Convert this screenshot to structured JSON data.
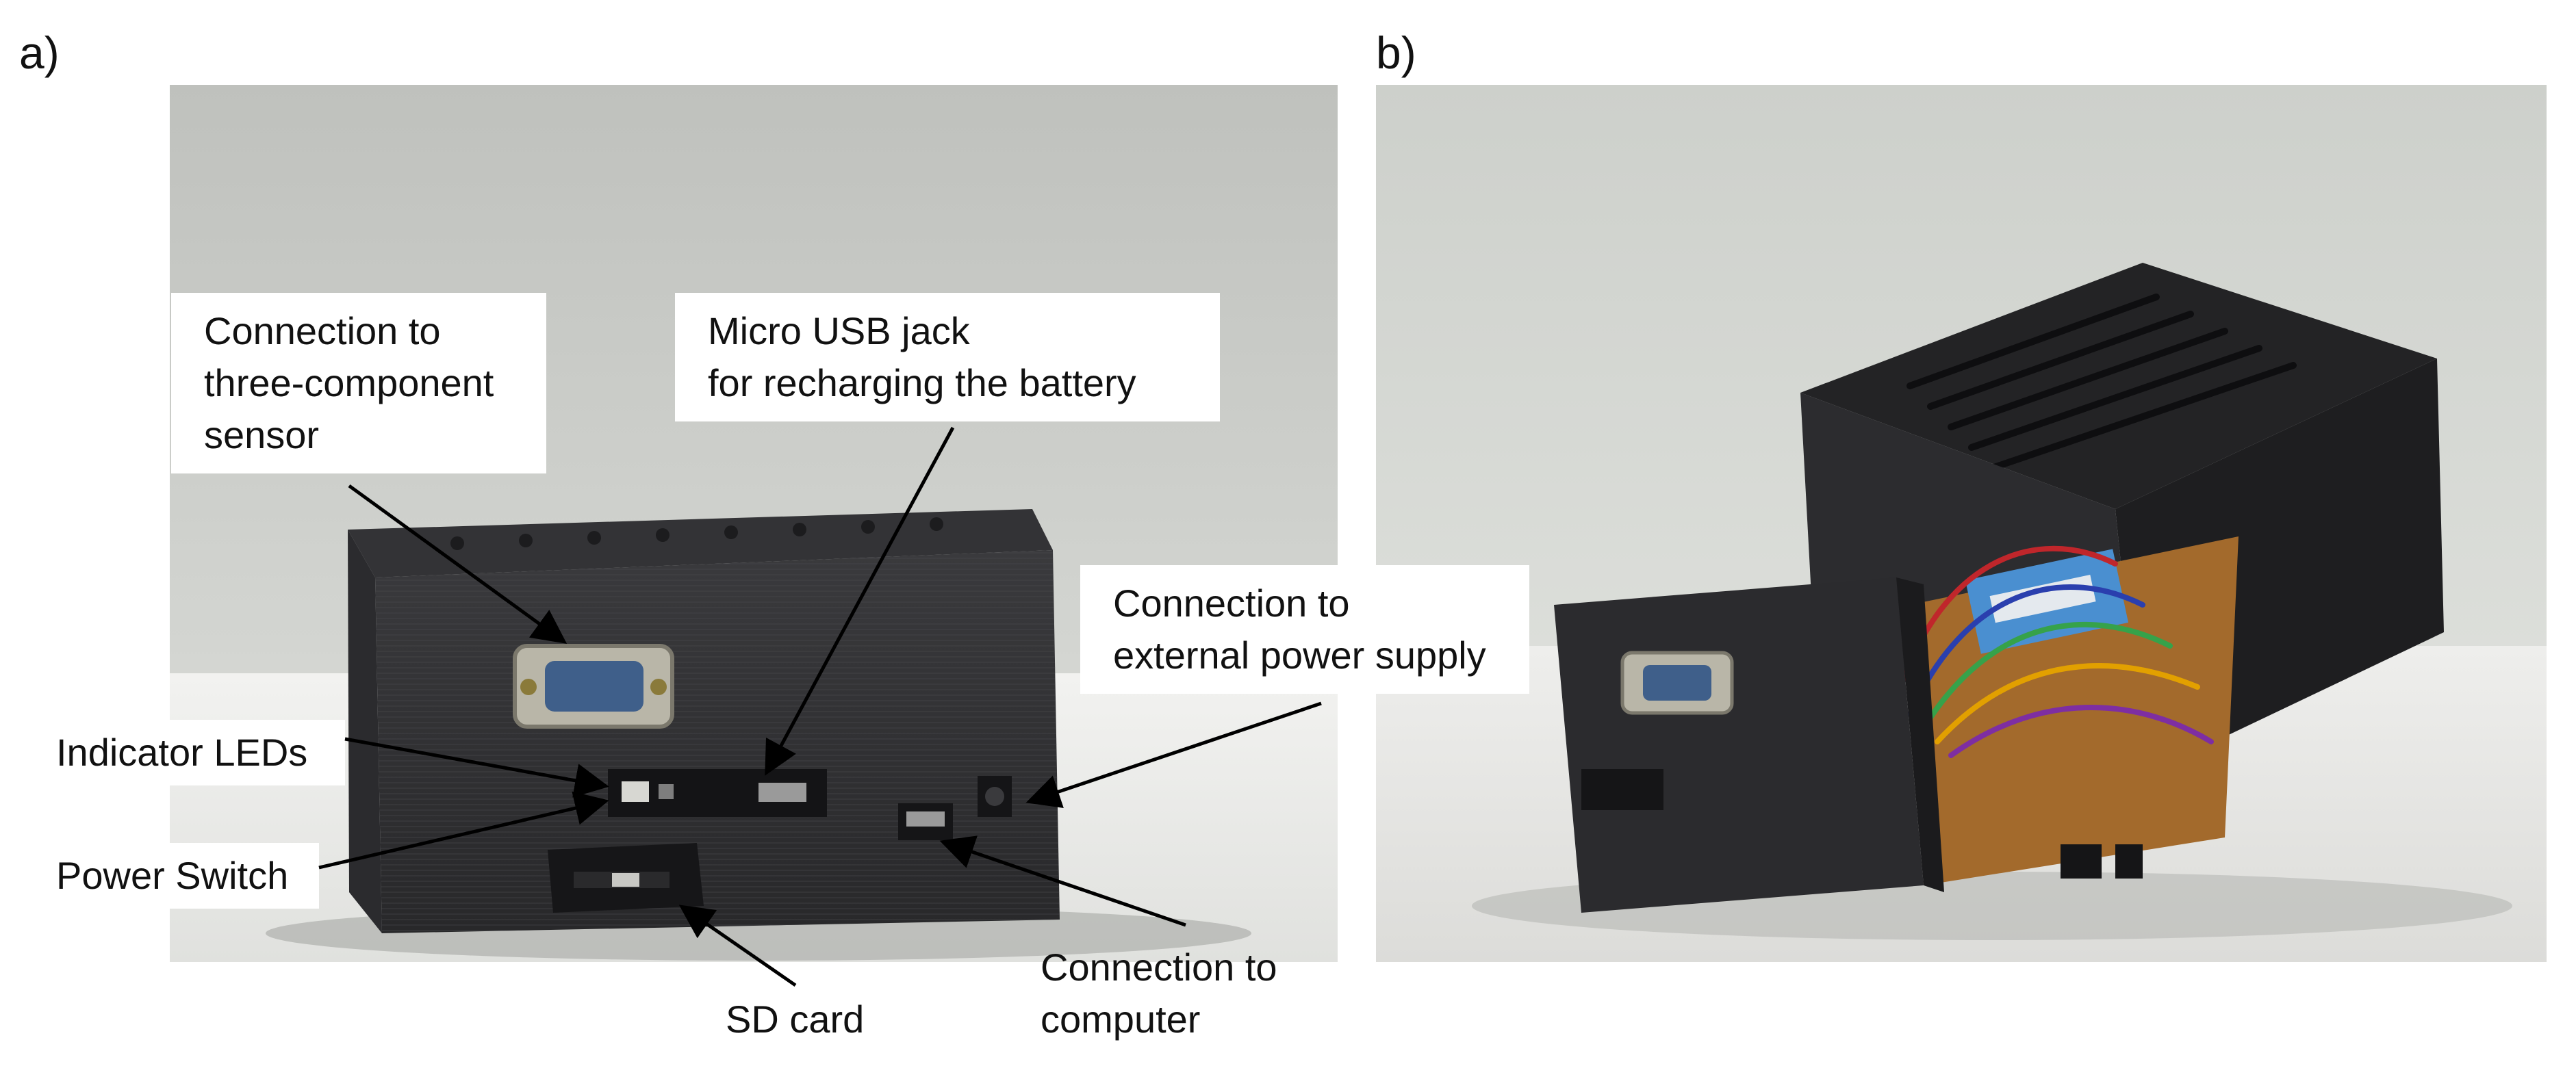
{
  "panels": {
    "a": {
      "label": "a)"
    },
    "b": {
      "label": "b)"
    }
  },
  "callouts": {
    "sensor": [
      "Connection to",
      "three-component",
      "sensor"
    ],
    "usb": [
      "Micro USB jack",
      "for recharging the battery"
    ],
    "power_supply": [
      "Connection to",
      "external power supply"
    ],
    "leds": [
      "Indicator LEDs"
    ],
    "switch": [
      "Power Switch"
    ],
    "sd": [
      "SD card"
    ],
    "computer": [
      "Connection to",
      "computer"
    ]
  },
  "colors": {
    "box": "#2a2a2c",
    "wall": "#c9ccc9",
    "connector_blue": "#3f5f8a",
    "pcb": "#a36a2c"
  }
}
